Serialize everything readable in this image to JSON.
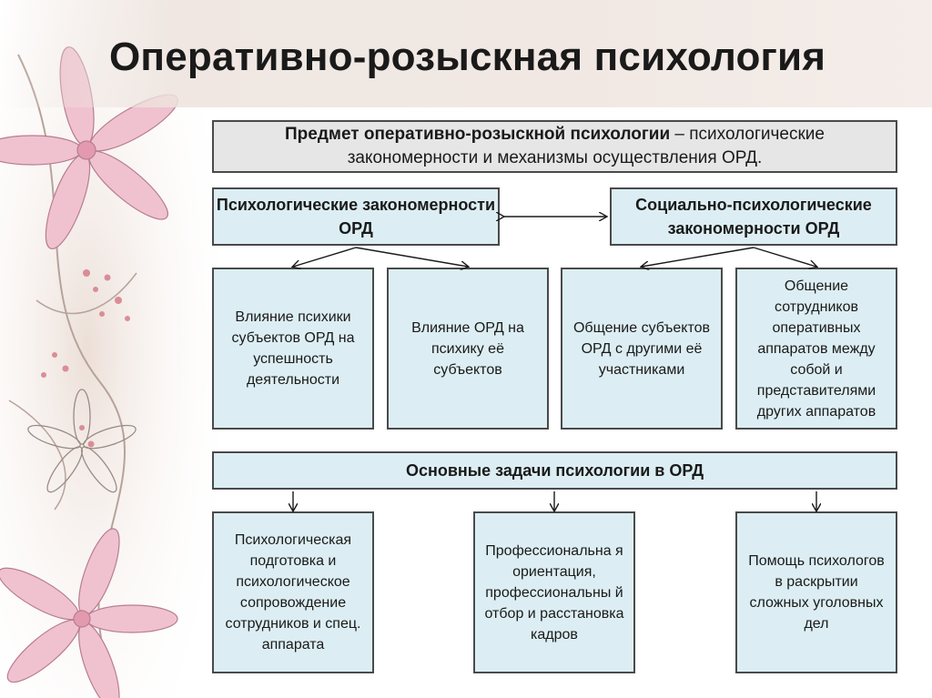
{
  "title": "Оперативно-розыскная психология",
  "subject": {
    "bold": "Предмет оперативно-розыскной психологии",
    "rest": " – психологические закономерности и механизмы осуществления ОРД."
  },
  "branches": {
    "psych": {
      "label": "Психологические закономерности ОРД",
      "children": [
        "Влияние психики субъектов ОРД на успешность деятельности",
        "Влияние ОРД на психику её субъектов"
      ]
    },
    "social": {
      "label": "Социально-психологические закономерности ОРД",
      "children": [
        "Общение субъектов ОРД с другими её участниками",
        "Общение сотрудников оперативных аппаратов между собой и представителями других аппаратов"
      ]
    }
  },
  "tasks": {
    "label": "Основные задачи психологии в ОРД",
    "items": [
      "Психологическая подготовка и психологическое сопровождение сотрудников и спец. аппарата",
      "Профессиональна я ориентация, профессиональны й отбор и расстановка кадров",
      "Помощь психологов в раскрытии сложных уголовных дел"
    ]
  },
  "colors": {
    "box_fill": "#dceef3",
    "subject_fill": "#e6e6e6",
    "border": "#4a4a4a",
    "flower": "#e8a9bd"
  }
}
